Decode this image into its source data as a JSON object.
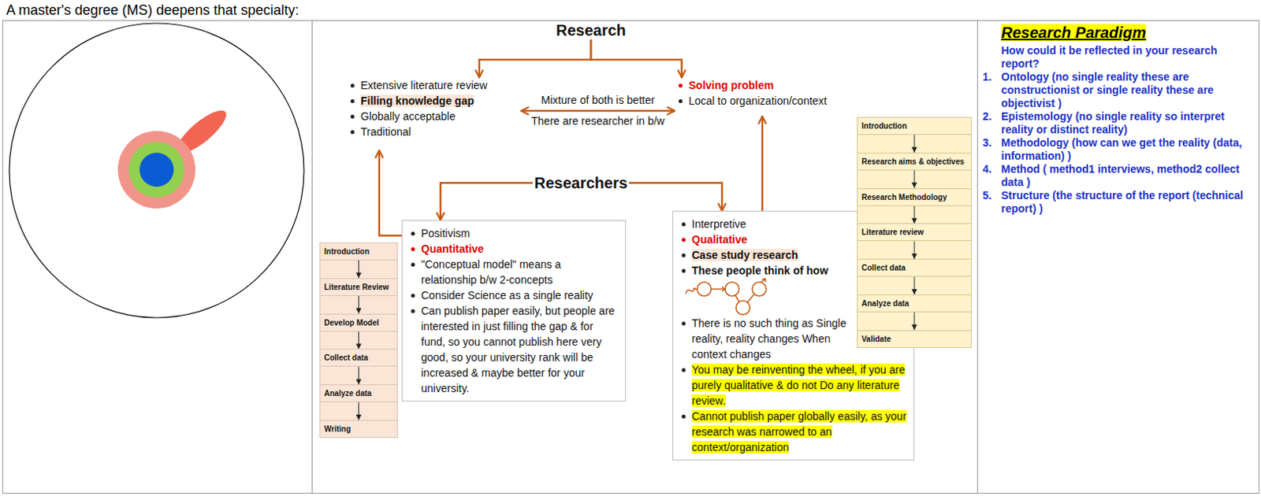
{
  "diagram": {
    "title": "A master's degree (MS) deepens that specialty:",
    "nodes": [
      {
        "text": [
          "Research"
        ]
      },
      {
        "text": [
          "Extensive literature review",
          "Filling knowledge gap",
          "Globally acceptable",
          "Traditional"
        ]
      },
      {
        "text": [
          "Solving problem",
          "Local to organization/context"
        ]
      },
      {
        "text": [
          "Researchers"
        ]
      },
      {
        "text": [
          "Positivism",
          "Quantitative",
          "\"Conceptual model\" means a relationship b/w 2-concepts",
          "Consider Science as a single reality",
          "Can publish paper easily, but people are interested in just filling the gap & for fund, so you cannot publish here very good, so your university rank will be increased & maybe better for your university."
        ]
      },
      {
        "text": [
          "Interpretive",
          "Qualitative",
          "Case study research",
          "These people think of how",
          "There is no such thing as Single reality, reality changes When context changes",
          "You may be reinventing the wheel, if you are purely qualitative & do not Do any literature review.",
          "Cannot publish paper globally easily, as your research was narrowed to an context/organization"
        ]
      },
      {
        "text": [
          "Introduction"
        ]
      },
      {
        "text": [
          "Literature Review"
        ]
      },
      {
        "text": [
          "Develop Model"
        ]
      },
      {
        "text": [
          "Collect data"
        ]
      },
      {
        "text": [
          "Analyze data"
        ]
      },
      {
        "text": [
          "Writing"
        ]
      },
      {
        "text": [
          "Introduction"
        ]
      },
      {
        "text": [
          "Research aims & objectives"
        ]
      },
      {
        "text": [
          "Research Methodology"
        ]
      },
      {
        "text": [
          "Literature review"
        ]
      },
      {
        "text": [
          "Collect data"
        ]
      },
      {
        "text": [
          "Analyze data"
        ]
      },
      {
        "text": [
          "Validate"
        ]
      },
      {
        "text": [
          "Research Paradigm",
          "How could it be reflected in your research report?",
          "1.",
          "Ontology (no single reality these are constructionist or single reality these are objectivist )",
          "2.",
          "Epistemology (no single reality so interpret reality or distinct reality)",
          "3.",
          "Methodology (how can we get the reality (data, information) )",
          "4.",
          "Method ( method1 interviews, method2 collect data )",
          "5.",
          "Structure (the structure of the report (technical report) )"
        ]
      }
    ],
    "edges": [
      {
        "from": 0,
        "to": 1,
        "arrow": "to"
      },
      {
        "from": 0,
        "to": 2,
        "arrow": "to"
      },
      {
        "from": 1,
        "to": 2,
        "arrow": "both",
        "label": "Mixture of both is better"
      },
      {
        "from": 3,
        "to": 4,
        "arrow": "to"
      },
      {
        "from": 3,
        "to": 5,
        "arrow": "to"
      },
      {
        "from": 4,
        "to": 1,
        "arrow": "to"
      },
      {
        "from": 5,
        "to": 2,
        "arrow": "to"
      },
      {
        "from": 6,
        "to": 7,
        "arrow": "to"
      },
      {
        "from": 7,
        "to": 8,
        "arrow": "to"
      },
      {
        "from": 8,
        "to": 9,
        "arrow": "to"
      },
      {
        "from": 9,
        "to": 10,
        "arrow": "to"
      },
      {
        "from": 10,
        "to": 11,
        "arrow": "to"
      },
      {
        "from": 12,
        "to": 13,
        "arrow": "to"
      },
      {
        "from": 13,
        "to": 14,
        "arrow": "to"
      },
      {
        "from": 14,
        "to": 15,
        "arrow": "to"
      },
      {
        "from": 15,
        "to": 16,
        "arrow": "to"
      },
      {
        "from": 16,
        "to": 17,
        "arrow": "to"
      },
      {
        "from": 17,
        "to": 18,
        "arrow": "to"
      }
    ],
    "labels": [
      "There are researcher in b/w"
    ]
  }
}
